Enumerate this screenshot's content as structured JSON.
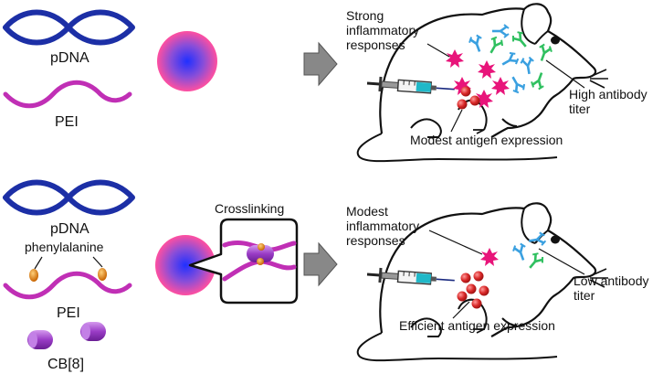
{
  "top": {
    "pdna_label": "pDNA",
    "pei_label": "PEI",
    "callout_strong": [
      "Strong",
      "inflammatory",
      "responses"
    ],
    "callout_high": [
      "High antibody",
      "titer"
    ],
    "callout_expression": "Modest antigen expression"
  },
  "bottom": {
    "pdna_label": "pDNA",
    "phe_label": "phenylalanine",
    "pei_label": "PEI",
    "cb_label": "CB[8]",
    "crosslink_label": "Crosslinking",
    "callout_modest": [
      "Modest",
      "inflammatory",
      "responses"
    ],
    "callout_low": [
      "Low antibody",
      "titer"
    ],
    "callout_expression": "Efficient antigen expression"
  },
  "colors": {
    "dna": "#1c2fa6",
    "pei": "#c02fb5",
    "phe": "#e0801a",
    "cb8": "#a040c8",
    "arrow": "#888888",
    "star": "#e8147a",
    "cell": "#cc2222",
    "antibody_blue": "#3aa0e0",
    "antibody_green": "#30c060"
  },
  "icons": [
    "mouse-icon",
    "syringe-icon",
    "antibody-icon",
    "inflammation-star-icon",
    "cell-icon",
    "nanoparticle-icon"
  ]
}
